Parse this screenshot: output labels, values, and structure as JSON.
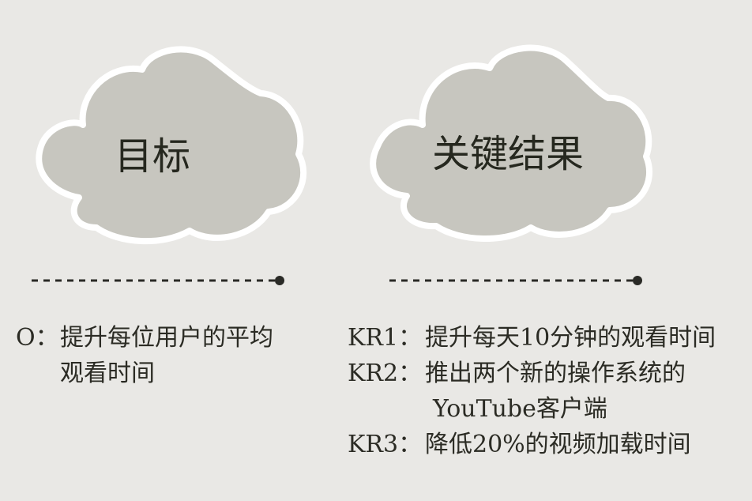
{
  "colors": {
    "background": "#e9e8e5",
    "cloud_fill": "#c7c6bf",
    "cloud_outline": "#ffffff",
    "divider": "#2a2a26",
    "text": "#2b2b24"
  },
  "clouds": {
    "objective_title": "目标",
    "key_results_title": "关键结果"
  },
  "objective": {
    "label": "O：",
    "lines": [
      "提升每位用户的平均",
      "观看时间"
    ]
  },
  "key_results": [
    {
      "label": "KR1：",
      "lines": [
        "提升每天10分钟的观看时间"
      ]
    },
    {
      "label": "KR2：",
      "lines": [
        "推出两个新的操作系统的",
        "YouTube客户端"
      ]
    },
    {
      "label": "KR3：",
      "lines": [
        "降低20%的视频加载时间"
      ]
    }
  ]
}
